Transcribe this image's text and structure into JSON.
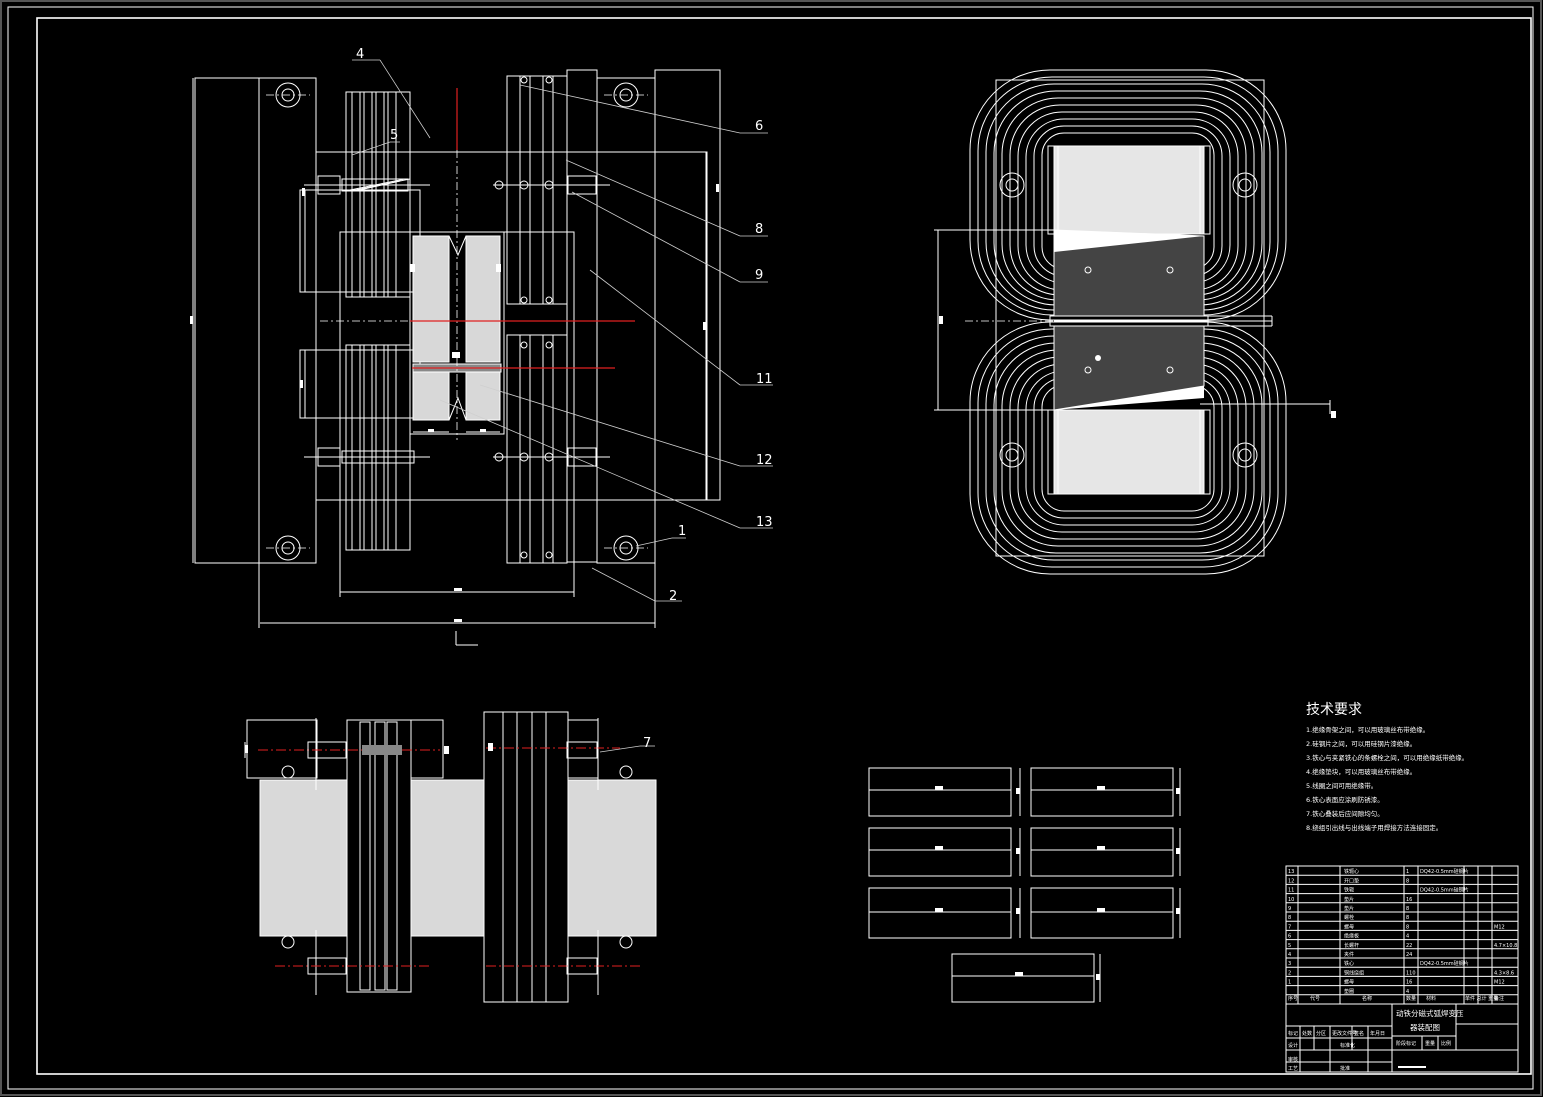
{
  "drawing": {
    "part_labels": [
      "4",
      "5",
      "6",
      "8",
      "9",
      "11",
      "12",
      "13",
      "1",
      "2",
      "7"
    ],
    "tech_requirements": {
      "title": "技术要求",
      "items": [
        "1.绝缘骨架之间，可以用玻璃丝布带绝缘。",
        "2.硅钢片之间，可以用硅钢片漆绝缘。",
        "3.铁心与夹紧铁心的条螺栓之间，可以用绝缘纸带绝缘。",
        "4.绝缘垫块，可以用玻璃丝布带绝缘。",
        "5.线圈之间可用绝缘带。",
        "6.铁心表面应涂刷防锈漆。",
        "7.铁心叠装后应间隙均匀。",
        "8.绕组引出线与出线端子用焊接方法连接固定。"
      ]
    },
    "parts_table": {
      "rows": [
        {
          "no": "13",
          "name": "铁轭心",
          "qty": "1",
          "material": "DQ42-0.5mm硅钢片",
          "note": ""
        },
        {
          "no": "12",
          "name": "开口垫",
          "qty": "8",
          "material": "",
          "note": ""
        },
        {
          "no": "11",
          "name": "铁轭",
          "qty": "",
          "material": "DQ42-0.5mm硅钢片",
          "note": ""
        },
        {
          "no": "10",
          "name": "垫片",
          "qty": "16",
          "material": "",
          "note": ""
        },
        {
          "no": "9",
          "name": "垫片",
          "qty": "8",
          "material": "",
          "note": ""
        },
        {
          "no": "8",
          "name": "螺栓",
          "qty": "8",
          "material": "",
          "note": ""
        },
        {
          "no": "7",
          "name": "螺母",
          "qty": "8",
          "material": "",
          "note": "M12"
        },
        {
          "no": "6",
          "name": "绝缘板",
          "qty": "4",
          "material": "",
          "note": ""
        },
        {
          "no": "5",
          "name": "长螺杆",
          "qty": "22",
          "material": "",
          "note": "4.7×10.8"
        },
        {
          "no": "4",
          "name": "夹件",
          "qty": "24",
          "material": "",
          "note": ""
        },
        {
          "no": "3",
          "name": "铁心",
          "qty": "",
          "material": "DQ42-0.5mm硅钢片",
          "note": ""
        },
        {
          "no": "2",
          "name": "铜线绕组",
          "qty": "110",
          "material": "",
          "note": "4.3×8.6"
        },
        {
          "no": "1",
          "name": "螺母",
          "qty": "16",
          "material": "",
          "note": "M12"
        },
        {
          "no": "",
          "name": "垫圈",
          "qty": "4",
          "material": "",
          "note": ""
        }
      ],
      "header": {
        "no": "序号",
        "code": "代号",
        "name": "名称",
        "qty": "数量",
        "material": "材料",
        "weight": "单件 总计 重量",
        "note": "备注"
      }
    },
    "title_block": {
      "drawing_title_line1": "动铁分磁式弧焊变压",
      "drawing_title_line2": "器装配图",
      "row_labels": [
        "标记",
        "处数",
        "分区",
        "更改文件号",
        "签名",
        "年月日"
      ],
      "row_labels2": [
        "设计",
        "标准化"
      ],
      "row_labels3": [
        "审核",
        "工艺",
        "批准"
      ],
      "stage_labels": [
        "阶段标记",
        "重量",
        "比例"
      ]
    }
  }
}
